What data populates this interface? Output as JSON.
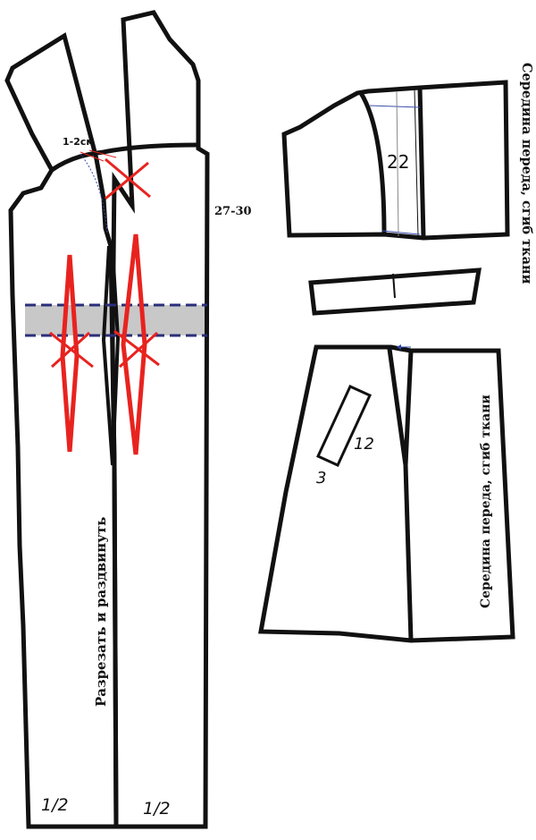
{
  "labels": {
    "ease_note": "1-2см",
    "waist_measure": "27-30",
    "cut_spread": "Разрезать и раздвинуть",
    "half_left": "1/2",
    "half_right": "1/2",
    "bodice_num": "22",
    "pocket_long": "12",
    "pocket_short": "3",
    "center_front_top": "Середина переда, сгиб ткани",
    "center_front_bottom": "Середина переда, сгиб ткани"
  },
  "colors": {
    "outline": "#111111",
    "marks_red": "#e8231f",
    "dashed_blue": "#2a2f7a",
    "band_fill": "#c8c8c8",
    "arrow_blue": "#2c44a6"
  }
}
